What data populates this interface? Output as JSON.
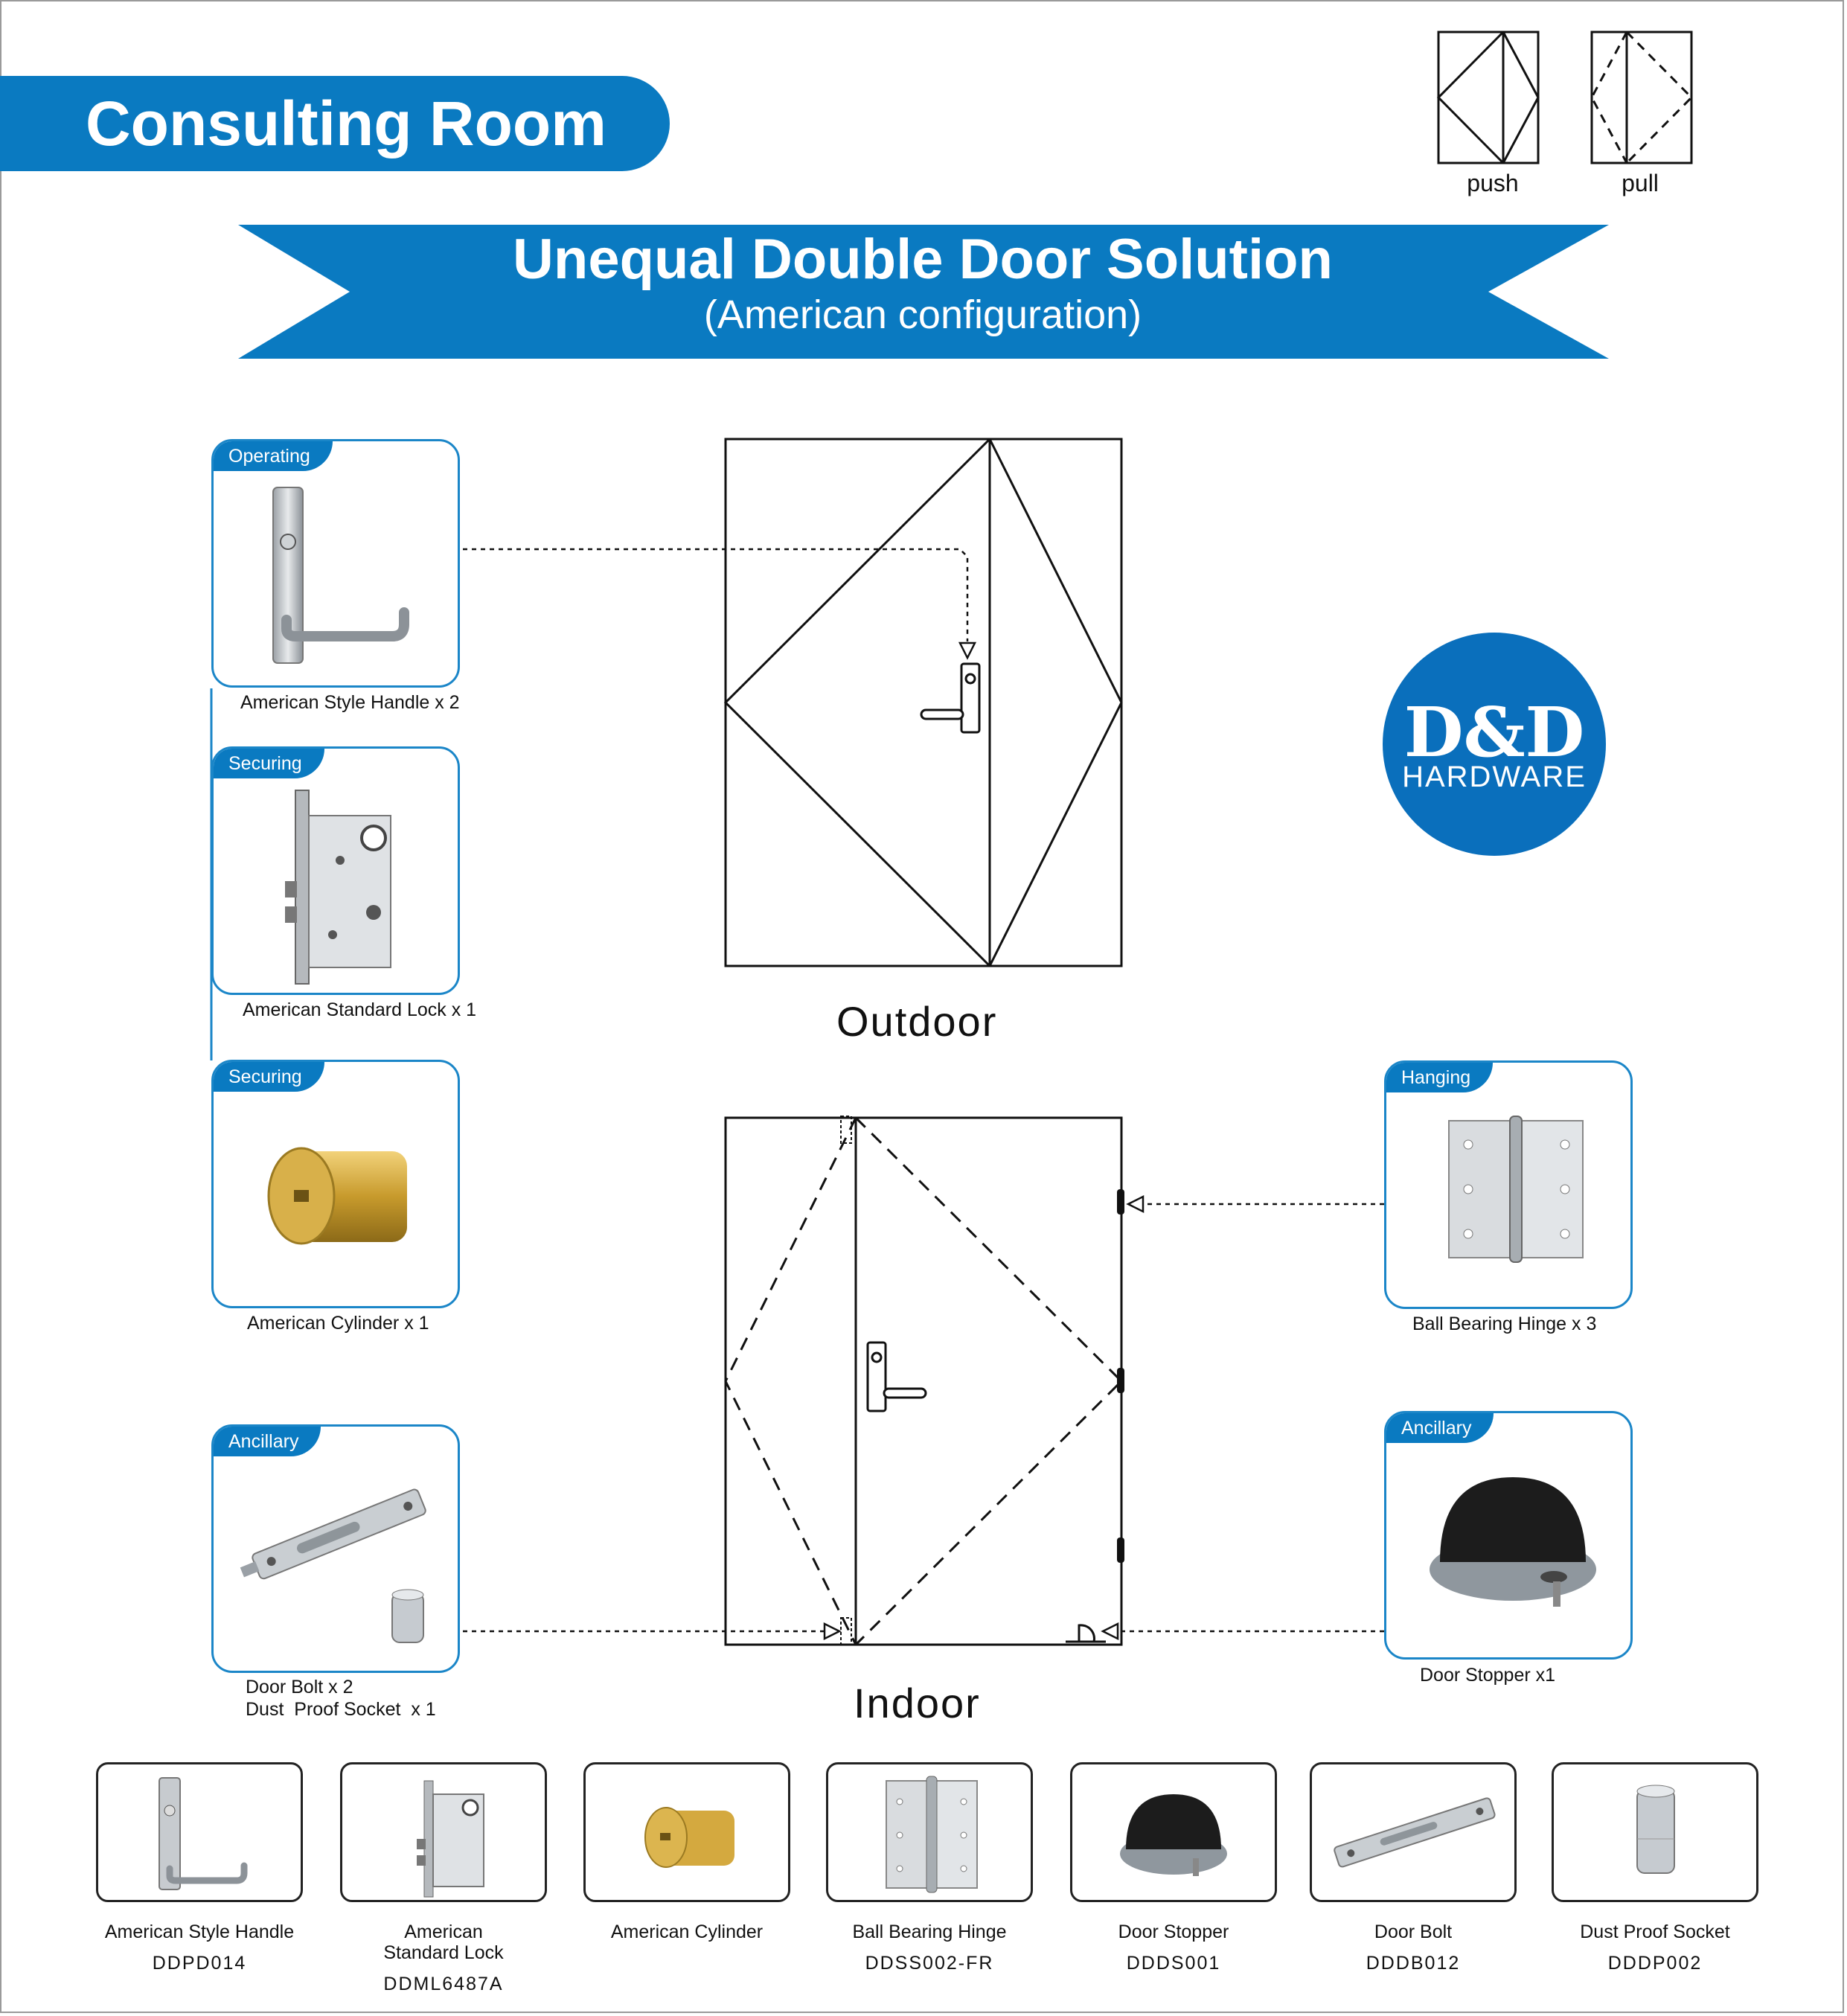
{
  "page": {
    "title": "Consulting Room",
    "banner_title": "Unequal Double Door Solution",
    "banner_subtitle": "(American configuration)",
    "colors": {
      "accent_blue": "#0a7ac1",
      "card_border": "#1b86c8",
      "text": "#111111"
    }
  },
  "legend": {
    "push_label": "push",
    "pull_label": "pull"
  },
  "scene": {
    "outdoor_label": "Outdoor",
    "indoor_label": "Indoor"
  },
  "logo": {
    "mark": "D&D",
    "subtitle": "HARDWARE"
  },
  "cards": {
    "handle": {
      "tag": "Operating",
      "caption": "American Style Handle x 2",
      "icon": "lever-handle-icon"
    },
    "lock": {
      "tag": "Securing",
      "caption": "American Standard Lock x 1",
      "icon": "mortise-lock-icon"
    },
    "cylinder": {
      "tag": "Securing",
      "caption": "American Cylinder",
      "caption_qty": "x 1",
      "icon": "cylinder-icon"
    },
    "bolt": {
      "tag": "Ancillary",
      "caption_line1": "Door Bolt x 2",
      "caption_line2": "Dust  Proof Socket  x 1",
      "icon": "flush-bolt-icon"
    },
    "hinge": {
      "tag": "Hanging",
      "caption": "Ball Bearing Hinge x 3",
      "icon": "hinge-icon"
    },
    "stopper": {
      "tag": "Ancillary",
      "caption": "Door Stopper x1",
      "icon": "door-stopper-icon"
    }
  },
  "products": [
    {
      "name": "American Style Handle",
      "code": "DDPD014",
      "icon": "lever-handle-icon"
    },
    {
      "name": "American\nStandard Lock",
      "code": "DDML6487A",
      "icon": "mortise-lock-icon"
    },
    {
      "name": "American Cylinder",
      "code": "",
      "icon": "cylinder-icon"
    },
    {
      "name": "Ball Bearing Hinge",
      "code": "DDSS002-FR",
      "icon": "hinge-icon"
    },
    {
      "name": "Door Stopper",
      "code": "DDDS001",
      "icon": "door-stopper-icon"
    },
    {
      "name": "Door Bolt",
      "code": "DDDB012",
      "icon": "flush-bolt-icon"
    },
    {
      "name": "Dust Proof Socket",
      "code": "DDDP002",
      "icon": "dust-socket-icon"
    }
  ]
}
